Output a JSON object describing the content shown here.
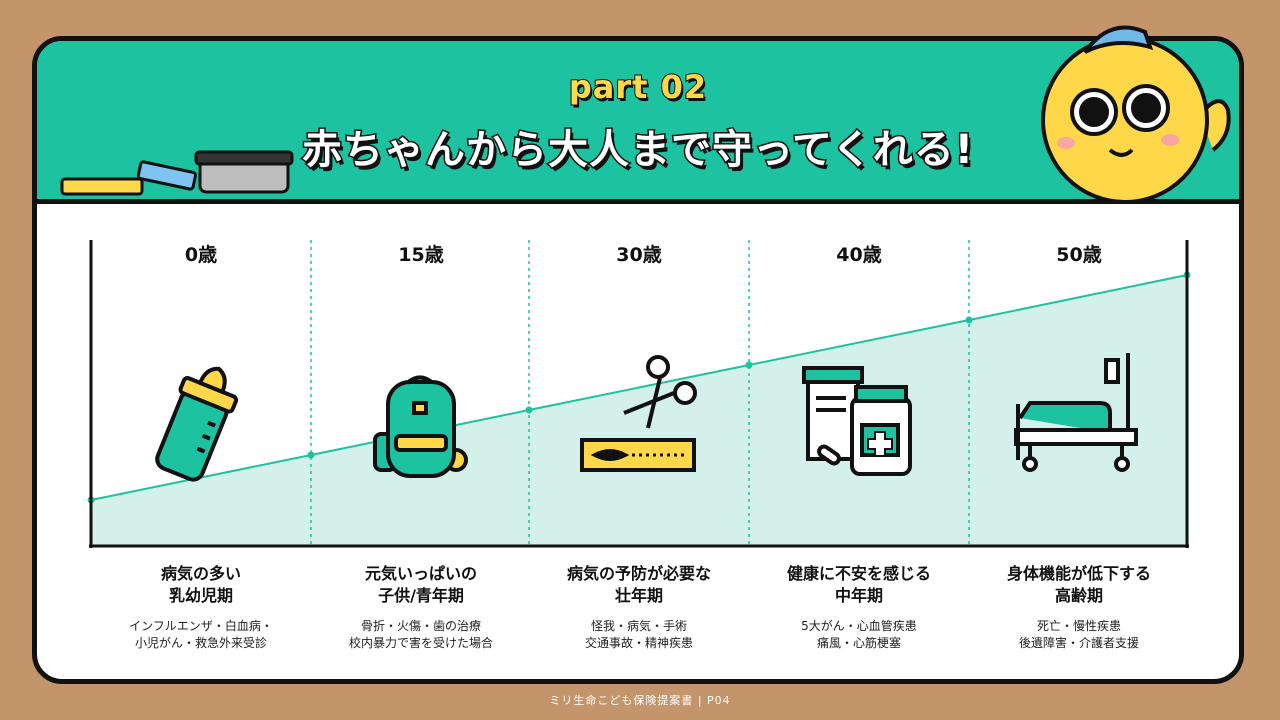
{
  "header": {
    "part": "part 02",
    "title": "赤ちゃんから大人まで守ってくれる!"
  },
  "stages": [
    {
      "age": "0歳",
      "title_line1": "病気の多い",
      "title_line2": "乳幼児期",
      "desc_line1": "インフルエンザ・白血病・",
      "desc_line2": "小児がん・救急外来受診",
      "icon": "baby-bottle-icon"
    },
    {
      "age": "15歳",
      "title_line1": "元気いっぱいの",
      "title_line2": "子供/青年期",
      "desc_line1": "骨折・火傷・歯の治療",
      "desc_line2": "校内暴力で害を受けた場合",
      "icon": "backpack-icon"
    },
    {
      "age": "30歳",
      "title_line1": "病気の予防が必要な",
      "title_line2": "壮年期",
      "desc_line1": "怪我・病気・手術",
      "desc_line2": "交通事故・精神疾患",
      "icon": "scissors-icon"
    },
    {
      "age": "40歳",
      "title_line1": "健康に不安を感じる",
      "title_line2": "中年期",
      "desc_line1": "5大がん・心血管疾患",
      "desc_line2": "痛風・心筋梗塞",
      "icon": "medicine-bottle-icon"
    },
    {
      "age": "50歳",
      "title_line1": "身体機能が低下する",
      "title_line2": "高齢期",
      "desc_line1": "死亡・慢性疾患",
      "desc_line2": "後遺障害・介護者支援",
      "icon": "hospital-bed-icon"
    }
  ],
  "footer": "ミリ生命こども保険提案書 | P04",
  "colors": {
    "accent": "#1DC2A0",
    "background": "#C4956A",
    "area": "#D3F1EA",
    "yellow": "#FFD84A"
  }
}
